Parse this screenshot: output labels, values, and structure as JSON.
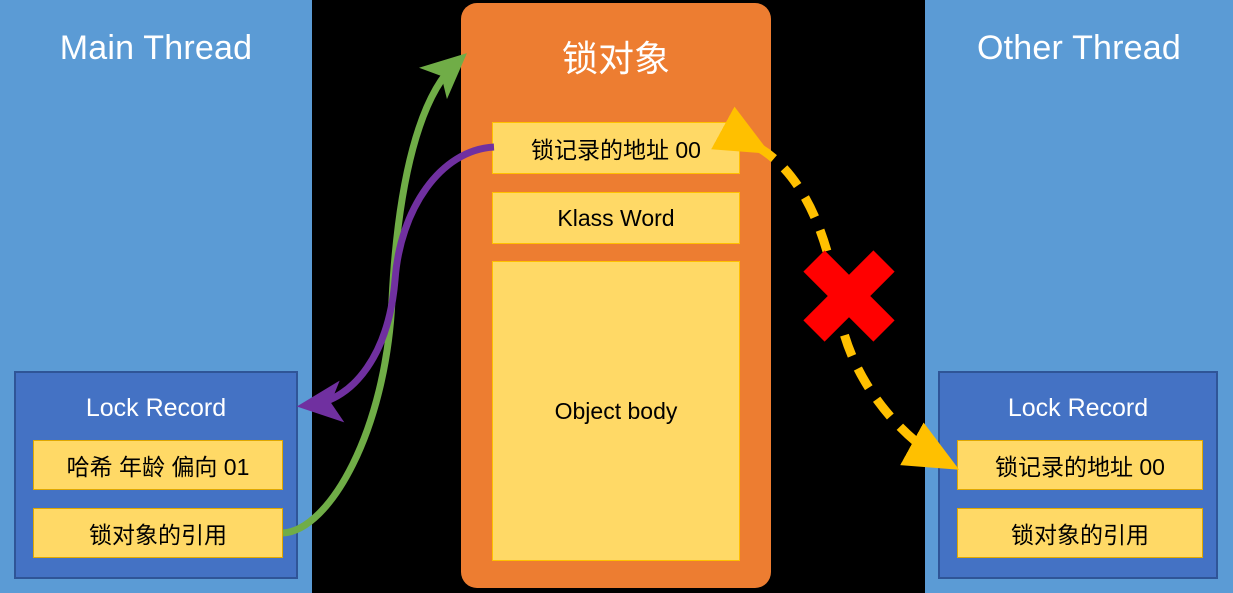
{
  "diagram": {
    "title_main_thread": "Main Thread",
    "title_other_thread": "Other Thread",
    "title_lock_object": "锁对象"
  },
  "main_thread": {
    "label": "Main Thread",
    "lock_record": {
      "title": "Lock Record",
      "rows": [
        {
          "label": "哈希 年龄 偏向 01"
        },
        {
          "label": "锁对象的引用"
        }
      ]
    }
  },
  "lock_object": {
    "title": "锁对象",
    "rows": [
      {
        "label": "锁记录的地址 00"
      },
      {
        "label": "Klass Word"
      },
      {
        "label": "Object body"
      }
    ]
  },
  "other_thread": {
    "label": "Other Thread",
    "lock_record": {
      "title": "Lock Record",
      "rows": [
        {
          "label": "锁记录的地址 00"
        },
        {
          "label": "锁对象的引用"
        }
      ]
    }
  },
  "annotations": {
    "blocked_marker": "red-x-cross",
    "green_arrow": "lock-object-reference-to-lock-object",
    "purple_arrow": "lock-object-header-to-lock-record",
    "yellow_dashed_arrow": "other-thread-cas-attempt-failed"
  },
  "colors": {
    "thread_panel": "#5b9bd5",
    "lock_record_card": "#4472c4",
    "lock_record_border": "#2f5597",
    "row_fill": "#ffd966",
    "row_border": "#ffc000",
    "lock_object_fill": "#ed7d31",
    "background": "#000000",
    "green_arrow": "#70ad47",
    "purple_arrow": "#7030a0",
    "yellow_arrow": "#ffc000",
    "red_cross": "#ff0000",
    "text_light": "#ffffff",
    "text_dark": "#000000"
  }
}
